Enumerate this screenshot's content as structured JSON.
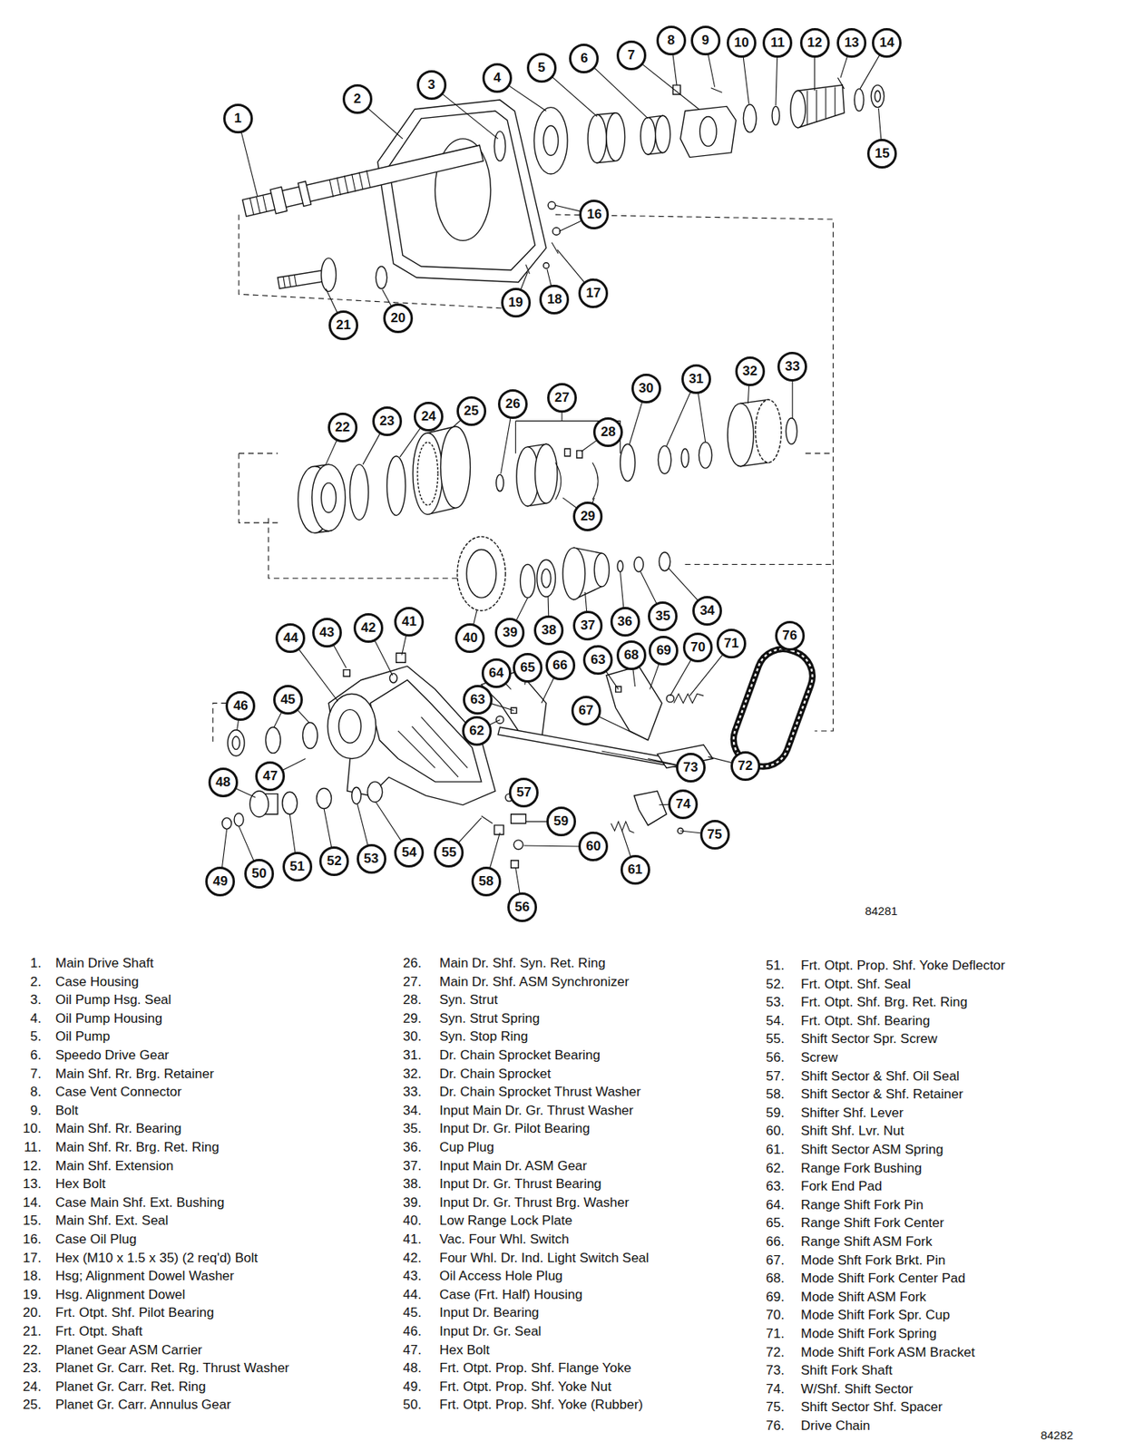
{
  "diagram": {
    "nodes": [
      {
        "text": [
          "1"
        ]
      },
      {
        "text": [
          "2"
        ]
      },
      {
        "text": [
          "3"
        ]
      },
      {
        "text": [
          "4"
        ]
      },
      {
        "text": [
          "5"
        ]
      },
      {
        "text": [
          "6"
        ]
      },
      {
        "text": [
          "7"
        ]
      },
      {
        "text": [
          "8"
        ]
      },
      {
        "text": [
          "9"
        ]
      },
      {
        "text": [
          "10"
        ]
      },
      {
        "text": [
          "11"
        ]
      },
      {
        "text": [
          "12"
        ]
      },
      {
        "text": [
          "13"
        ]
      },
      {
        "text": [
          "14"
        ]
      },
      {
        "text": [
          "15"
        ]
      },
      {
        "text": [
          "16"
        ]
      },
      {
        "text": [
          "17"
        ]
      },
      {
        "text": [
          "18"
        ]
      },
      {
        "text": [
          "19"
        ]
      },
      {
        "text": [
          "20"
        ]
      },
      {
        "text": [
          "21"
        ]
      },
      {
        "text": [
          "22"
        ]
      },
      {
        "text": [
          "23"
        ]
      },
      {
        "text": [
          "24"
        ]
      },
      {
        "text": [
          "25"
        ]
      },
      {
        "text": [
          "26"
        ]
      },
      {
        "text": [
          "27"
        ]
      },
      {
        "text": [
          "28"
        ]
      },
      {
        "text": [
          "29"
        ]
      },
      {
        "text": [
          "30"
        ]
      },
      {
        "text": [
          "31"
        ]
      },
      {
        "text": [
          "32"
        ]
      },
      {
        "text": [
          "33"
        ]
      },
      {
        "text": [
          "34"
        ]
      },
      {
        "text": [
          "35"
        ]
      },
      {
        "text": [
          "36"
        ]
      },
      {
        "text": [
          "37"
        ]
      },
      {
        "text": [
          "38"
        ]
      },
      {
        "text": [
          "39"
        ]
      },
      {
        "text": [
          "40"
        ]
      },
      {
        "text": [
          "41"
        ]
      },
      {
        "text": [
          "42"
        ]
      },
      {
        "text": [
          "43"
        ]
      },
      {
        "text": [
          "44"
        ]
      },
      {
        "text": [
          "45"
        ]
      },
      {
        "text": [
          "46"
        ]
      },
      {
        "text": [
          "47"
        ]
      },
      {
        "text": [
          "48"
        ]
      },
      {
        "text": [
          "49"
        ]
      },
      {
        "text": [
          "50"
        ]
      },
      {
        "text": [
          "51"
        ]
      },
      {
        "text": [
          "52"
        ]
      },
      {
        "text": [
          "53"
        ]
      },
      {
        "text": [
          "54"
        ]
      },
      {
        "text": [
          "55"
        ]
      },
      {
        "text": [
          "56"
        ]
      },
      {
        "text": [
          "57"
        ]
      },
      {
        "text": [
          "58"
        ]
      },
      {
        "text": [
          "59"
        ]
      },
      {
        "text": [
          "60"
        ]
      },
      {
        "text": [
          "61"
        ]
      },
      {
        "text": [
          "62"
        ]
      },
      {
        "text": [
          "63"
        ]
      },
      {
        "text": [
          "64"
        ]
      },
      {
        "text": [
          "65"
        ]
      },
      {
        "text": [
          "66"
        ]
      },
      {
        "text": [
          "63"
        ]
      },
      {
        "text": [
          "67"
        ]
      },
      {
        "text": [
          "68"
        ]
      },
      {
        "text": [
          "69"
        ]
      },
      {
        "text": [
          "70"
        ]
      },
      {
        "text": [
          "71"
        ]
      },
      {
        "text": [
          "72"
        ]
      },
      {
        "text": [
          "73"
        ]
      },
      {
        "text": [
          "74"
        ]
      },
      {
        "text": [
          "75"
        ]
      },
      {
        "text": [
          "76"
        ]
      }
    ],
    "labels": [
      "84281",
      "1.",
      "Main Drive Shaft",
      "2.",
      "Case Housing",
      "3.",
      "Oil Pump Hsg. Seal",
      "4.",
      "Oil Pump Housing",
      "5.",
      "Oil Pump",
      "6.",
      "Speedo Drive Gear",
      "7.",
      "Main Shf. Rr. Brg. Retainer",
      "8.",
      "Case Vent Connector",
      "9.",
      "Bolt",
      "10.",
      "Main Shf. Rr. Bearing",
      "11.",
      "Main Shf. Rr. Brg. Ret. Ring",
      "12.",
      "Main Shf. Extension",
      "13.",
      "Hex Bolt",
      "14.",
      "Case Main Shf. Ext. Bushing",
      "15.",
      "Main Shf. Ext. Seal",
      "16.",
      "Case Oil Plug",
      "17.",
      "Hex (M10 x 1.5 x 35) (2 req'd) Bolt",
      "18.",
      "Hsg; Alignment Dowel Washer",
      "19.",
      "Hsg. Alignment Dowel",
      "20.",
      "Frt. Otpt. Shf. Pilot Bearing",
      "21.",
      "Frt. Otpt. Shaft",
      "22.",
      "Planet Gear ASM Carrier",
      "23.",
      "Planet Gr. Carr. Ret. Rg. Thrust Washer",
      "24.",
      "Planet Gr. Carr. Ret. Ring",
      "25.",
      "Planet Gr. Carr. Annulus Gear",
      "26.",
      "Main Dr. Shf. Syn. Ret. Ring",
      "27.",
      "Main Dr. Shf. ASM Synchronizer",
      "28.",
      "Syn. Strut",
      "29.",
      "Syn. Strut Spring",
      "30.",
      "Syn. Stop Ring",
      "31.",
      "Dr. Chain Sprocket Bearing",
      "32.",
      "Dr. Chain Sprocket",
      "33.",
      "Dr. Chain Sprocket Thrust Washer",
      "34.",
      "Input Main Dr. Gr. Thrust Washer",
      "35.",
      "Input Dr. Gr. Pilot Bearing",
      "36.",
      "Cup Plug",
      "37.",
      "Input Main Dr. ASM Gear",
      "38.",
      "Input Dr. Gr. Thrust Bearing",
      "39.",
      "Input Dr. Gr. Thrust Brg. Washer",
      "40.",
      "Low Range Lock Plate",
      "41.",
      "Vac. Four Whl. Switch",
      "42.",
      "Four Whl. Dr. Ind. Light Switch Seal",
      "43.",
      "Oil Access Hole Plug",
      "44.",
      "Case (Frt. Half) Housing",
      "45.",
      "Input Dr. Bearing",
      "46.",
      "Input Dr. Gr. Seal",
      "47.",
      "Hex Bolt",
      "48.",
      "Frt. Otpt. Prop. Shf. Flange Yoke",
      "49.",
      "Frt. Otpt. Prop. Shf. Yoke Nut",
      "50.",
      "Frt. Otpt. Prop. Shf. Yoke (Rubber)",
      "51.",
      "Frt. Otpt. Prop. Shf. Yoke Deflector",
      "52.",
      "Frt. Otpt. Shf. Seal",
      "53.",
      "Frt. Otpt. Shf. Brg. Ret. Ring",
      "54.",
      "Frt. Otpt. Shf. Bearing",
      "55.",
      "Shift Sector Spr. Screw",
      "56.",
      "Screw",
      "57.",
      "Shift Sector & Shf. Oil Seal",
      "58.",
      "Shift Sector & Shf. Retainer",
      "59.",
      "Shifter Shf. Lever",
      "60.",
      "Shift Shf. Lvr. Nut",
      "61.",
      "Shift Sector ASM Spring",
      "62.",
      "Range Fork Bushing",
      "63.",
      "Fork End Pad",
      "64.",
      "Range Shift Fork Pin",
      "65.",
      "Range Shift Fork Center",
      "66.",
      "Range Shift ASM Fork",
      "67.",
      "Mode Shft Fork Brkt. Pin",
      "68.",
      "Mode Shift Fork Center Pad",
      "69.",
      "Mode Shift ASM Fork",
      "70.",
      "Mode Shift Fork Spr. Cup",
      "71.",
      "Mode Shift Fork Spring",
      "72.",
      "Mode Shift Fork ASM Bracket",
      "73.",
      "Shift Fork Shaft",
      "74.",
      "W/Shf. Shift Sector",
      "75.",
      "Shift Sector Shf. Spacer",
      "76.",
      "Drive Chain",
      "84282"
    ]
  }
}
